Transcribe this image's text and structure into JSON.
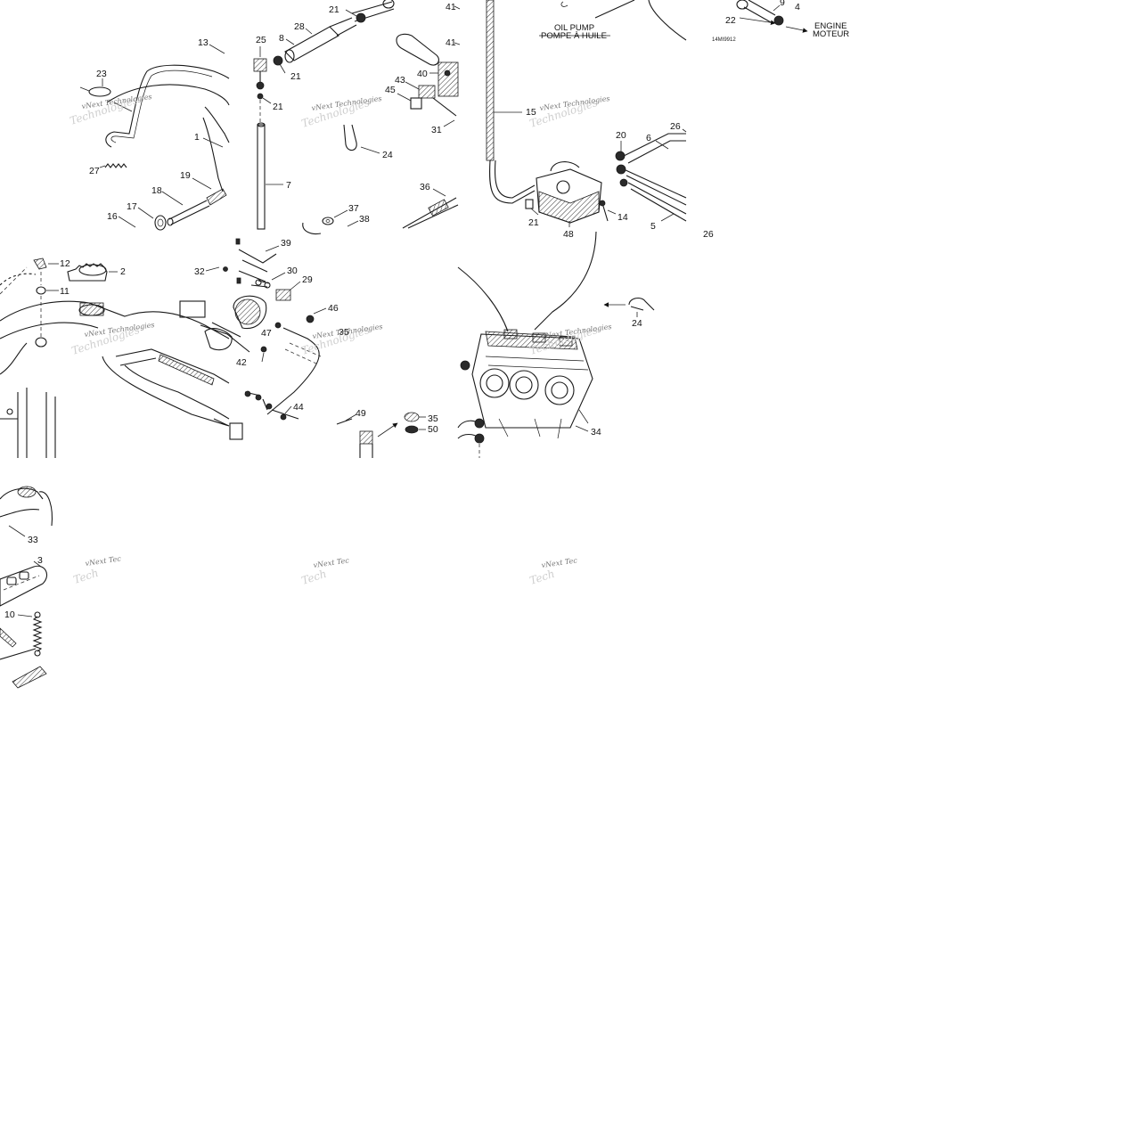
{
  "callouts": [
    {
      "id": "c13",
      "text": "13"
    },
    {
      "id": "c23",
      "text": "23"
    },
    {
      "id": "c1",
      "text": "1"
    },
    {
      "id": "c27",
      "text": "27"
    },
    {
      "id": "c19",
      "text": "19"
    },
    {
      "id": "c18",
      "text": "18"
    },
    {
      "id": "c17",
      "text": "17"
    },
    {
      "id": "c16",
      "text": "16"
    },
    {
      "id": "c21a",
      "text": "21"
    },
    {
      "id": "c28",
      "text": "28"
    },
    {
      "id": "c8",
      "text": "8"
    },
    {
      "id": "c25",
      "text": "25"
    },
    {
      "id": "c21b",
      "text": "21"
    },
    {
      "id": "c21c",
      "text": "21"
    },
    {
      "id": "c7",
      "text": "7"
    },
    {
      "id": "c24a",
      "text": "24"
    },
    {
      "id": "c41a",
      "text": "41"
    },
    {
      "id": "c41b",
      "text": "41"
    },
    {
      "id": "c40",
      "text": "40"
    },
    {
      "id": "c43",
      "text": "43"
    },
    {
      "id": "c45",
      "text": "45"
    },
    {
      "id": "c31",
      "text": "31"
    },
    {
      "id": "c36",
      "text": "36"
    },
    {
      "id": "c37",
      "text": "37"
    },
    {
      "id": "c38",
      "text": "38"
    },
    {
      "id": "c15",
      "text": "15"
    },
    {
      "id": "c20",
      "text": "20"
    },
    {
      "id": "c26a",
      "text": "26"
    },
    {
      "id": "c6",
      "text": "6"
    },
    {
      "id": "c14",
      "text": "14"
    },
    {
      "id": "c21d",
      "text": "21"
    },
    {
      "id": "c48",
      "text": "48"
    },
    {
      "id": "c5",
      "text": "5"
    },
    {
      "id": "c26b",
      "text": "26"
    },
    {
      "id": "c9",
      "text": "9"
    },
    {
      "id": "c4",
      "text": "4"
    },
    {
      "id": "c22",
      "text": "22"
    },
    {
      "id": "c12",
      "text": "12"
    },
    {
      "id": "c2",
      "text": "2"
    },
    {
      "id": "c11",
      "text": "11"
    },
    {
      "id": "c39",
      "text": "39"
    },
    {
      "id": "c32",
      "text": "32"
    },
    {
      "id": "c30",
      "text": "30"
    },
    {
      "id": "c29",
      "text": "29"
    },
    {
      "id": "c46",
      "text": "46"
    },
    {
      "id": "c47",
      "text": "47"
    },
    {
      "id": "c35a",
      "text": "35"
    },
    {
      "id": "c42",
      "text": "42"
    },
    {
      "id": "c44",
      "text": "44"
    },
    {
      "id": "c49",
      "text": "49"
    },
    {
      "id": "c35b",
      "text": "35"
    },
    {
      "id": "c50",
      "text": "50"
    },
    {
      "id": "c24b",
      "text": "24"
    },
    {
      "id": "c34",
      "text": "34"
    },
    {
      "id": "c33",
      "text": "33"
    },
    {
      "id": "c3",
      "text": "3"
    },
    {
      "id": "c10",
      "text": "10"
    }
  ],
  "captions": {
    "oil_pump_en": "OIL PUMP",
    "oil_pump_fr": "POMPE À HUILE",
    "engine_en": "ENGINE",
    "engine_fr": "MOTEUR",
    "drawing_code": "14MI9912"
  },
  "watermark": {
    "line1": "vNext Technologies",
    "truncated": "vNext Tec"
  }
}
